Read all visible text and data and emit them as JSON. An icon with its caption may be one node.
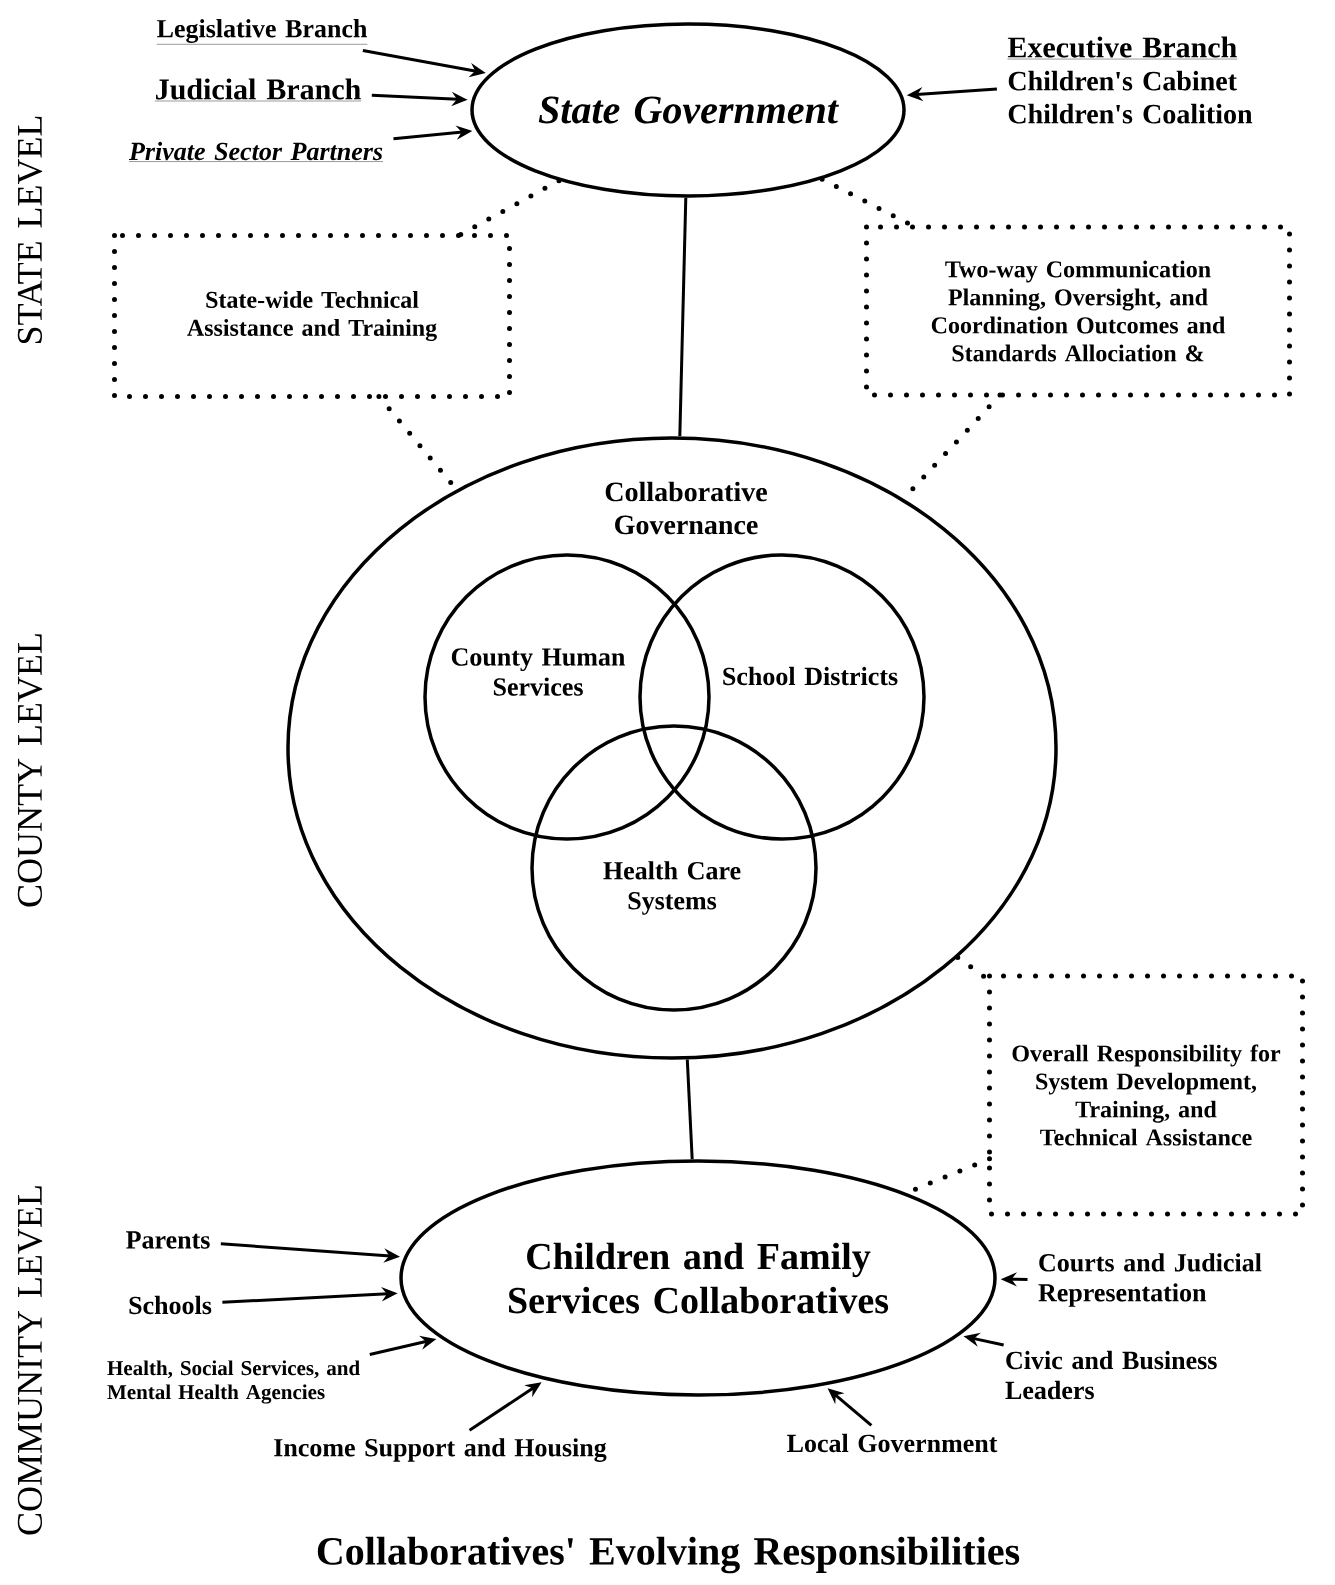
{
  "diagram": {
    "title": "Collaboratives' Evolving Responsibilities",
    "nodes": [
      {
        "text": [
          "State Government"
        ]
      },
      {
        "text": [
          "Legislative Branch"
        ]
      },
      {
        "text": [
          "Judicial Branch"
        ]
      },
      {
        "text": [
          "Private Sector Partners"
        ]
      },
      {
        "text": [
          "Executive Branch",
          "Children's Cabinet",
          "Children's Coalition"
        ]
      },
      {
        "text": [
          "State-wide Technical Assistance and Training"
        ]
      },
      {
        "text": [
          "Two-way Communication Planning, Oversight, and Coordination Outcomes and Standards Allociation &"
        ]
      },
      {
        "text": [
          "Collaborative Governance"
        ]
      },
      {
        "text": [
          "County Human Services"
        ],
        "in": 7
      },
      {
        "text": [
          "School Districts"
        ],
        "in": 7
      },
      {
        "text": [
          "Health Care Systems"
        ],
        "in": 7
      },
      {
        "text": [
          "Overall Responsibility for System Development, Training, and Technical Assistance"
        ]
      },
      {
        "text": [
          "Children and Family Services Collaboratives"
        ]
      },
      {
        "text": [
          "Parents"
        ]
      },
      {
        "text": [
          "Schools"
        ]
      },
      {
        "text": [
          "Health, Social Services, and Mental Health Agencies"
        ]
      },
      {
        "text": [
          "Income Support and Housing"
        ]
      },
      {
        "text": [
          "Local Government"
        ]
      },
      {
        "text": [
          "Civic and Business Leaders"
        ]
      },
      {
        "text": [
          "Courts and Judicial Representation"
        ]
      }
    ],
    "edges": [
      {
        "from": 1,
        "to": 0,
        "arrow": "to"
      },
      {
        "from": 2,
        "to": 0,
        "arrow": "to"
      },
      {
        "from": 3,
        "to": 0,
        "arrow": "to"
      },
      {
        "from": 4,
        "to": 0,
        "arrow": "to"
      },
      {
        "from": 0,
        "to": 7,
        "arrow": "none"
      },
      {
        "from": 0,
        "to": 5,
        "arrow": "none",
        "style": "dashed"
      },
      {
        "from": 5,
        "to": 7,
        "arrow": "none",
        "style": "dashed"
      },
      {
        "from": 0,
        "to": 6,
        "arrow": "none",
        "style": "dashed"
      },
      {
        "from": 6,
        "to": 7,
        "arrow": "none",
        "style": "dashed"
      },
      {
        "from": 7,
        "to": 12,
        "arrow": "none"
      },
      {
        "from": 7,
        "to": 11,
        "arrow": "none",
        "style": "dashed"
      },
      {
        "from": 11,
        "to": 12,
        "arrow": "none",
        "style": "dashed"
      },
      {
        "from": 13,
        "to": 12,
        "arrow": "to"
      },
      {
        "from": 14,
        "to": 12,
        "arrow": "to"
      },
      {
        "from": 15,
        "to": 12,
        "arrow": "to"
      },
      {
        "from": 16,
        "to": 12,
        "arrow": "to"
      },
      {
        "from": 17,
        "to": 12,
        "arrow": "to"
      },
      {
        "from": 18,
        "to": 12,
        "arrow": "to"
      },
      {
        "from": 19,
        "to": 12,
        "arrow": "to"
      }
    ],
    "labels": [
      "STATE LEVEL",
      "COUNTY LEVEL",
      "COMMUNITY LEVEL"
    ]
  }
}
